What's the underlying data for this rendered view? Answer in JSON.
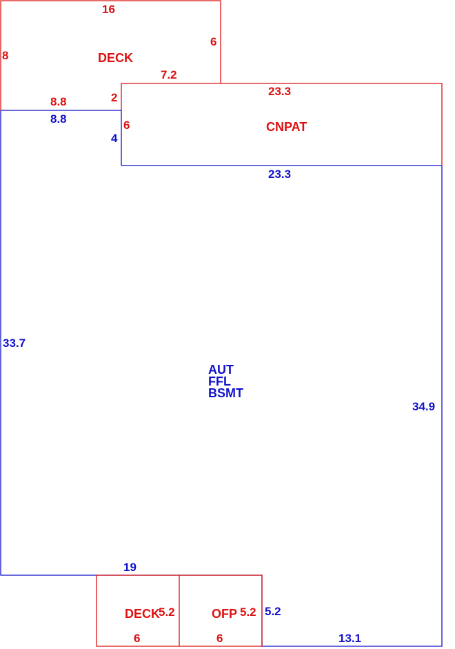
{
  "colors": {
    "exterior": "#dd1111",
    "living": "#1111cc"
  },
  "areas": {
    "main": {
      "label_lines": [
        "AUT",
        "FFL",
        "BSMT"
      ]
    },
    "deck_top": {
      "label": "DECK"
    },
    "cnpat": {
      "label": "CNPAT"
    },
    "deck_bottom": {
      "label": "DECK"
    },
    "ofp": {
      "label": "OFP"
    }
  },
  "dimensions": {
    "deck_top_top": "16",
    "deck_top_left": "8",
    "deck_top_right": "6",
    "deck_top_inner_bottom": "7.2",
    "deck_top_bottom_left": "8.8",
    "deck_top_step": "2",
    "cnpat_top": "23.3",
    "cnpat_left": "6",
    "main_top_left": "8.8",
    "main_step": "4",
    "main_top_right": "23.3",
    "main_left": "33.7",
    "main_right": "34.9",
    "main_bottom_left": "19",
    "main_bottom_right": "13.1",
    "ofp_right": "5.2",
    "deck_bottom_right": "5.2",
    "ofp_right_outer": "5.2",
    "deck_bottom_bottom": "6",
    "ofp_bottom": "6"
  }
}
